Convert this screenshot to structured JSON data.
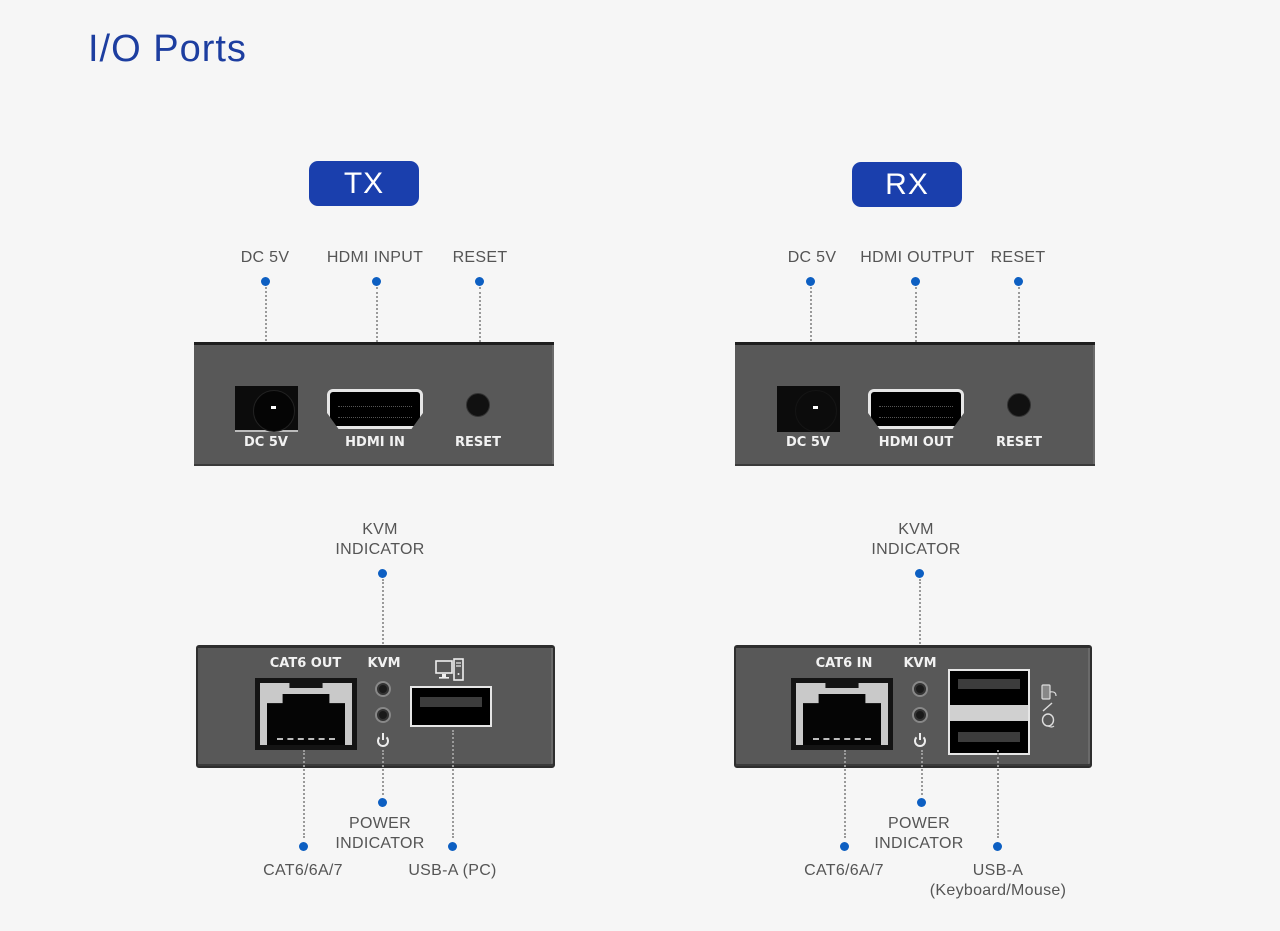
{
  "page": {
    "title": "I/O Ports",
    "accent_color": "#1a3fad",
    "dot_color": "#0d5fc2"
  },
  "tx": {
    "badge": "TX",
    "front": {
      "callouts": [
        "DC 5V",
        "HDMI INPUT",
        "RESET"
      ],
      "ports": [
        {
          "icon": "dc-jack-icon",
          "label": "DC 5V"
        },
        {
          "icon": "hdmi-port-icon",
          "label": "HDMI IN"
        },
        {
          "icon": "reset-button-icon",
          "label": "RESET"
        }
      ]
    },
    "back": {
      "top_callout": [
        "KVM",
        "INDICATOR"
      ],
      "port_labels": {
        "cat6": "CAT6 OUT",
        "kvm": "KVM"
      },
      "usb_icon": "pc-icon",
      "bottom_callouts": {
        "cat": "CAT6/6A/7",
        "power": [
          "POWER",
          "INDICATOR"
        ],
        "usb": "USB-A (PC)"
      }
    }
  },
  "rx": {
    "badge": "RX",
    "front": {
      "callouts": [
        "DC 5V",
        "HDMI OUTPUT",
        "RESET"
      ],
      "ports": [
        {
          "icon": "dc-jack-icon",
          "label": "DC 5V"
        },
        {
          "icon": "hdmi-port-icon",
          "label": "HDMI OUT"
        },
        {
          "icon": "reset-button-icon",
          "label": "RESET"
        }
      ]
    },
    "back": {
      "top_callout": [
        "KVM",
        "INDICATOR"
      ],
      "port_labels": {
        "cat6": "CAT6 IN",
        "kvm": "KVM"
      },
      "usb_icon": "keyboard-mouse-icon",
      "bottom_callouts": {
        "cat": "CAT6/6A/7",
        "power": [
          "POWER",
          "INDICATOR"
        ],
        "usb": [
          "USB-A",
          "(Keyboard/Mouse)"
        ]
      }
    }
  }
}
